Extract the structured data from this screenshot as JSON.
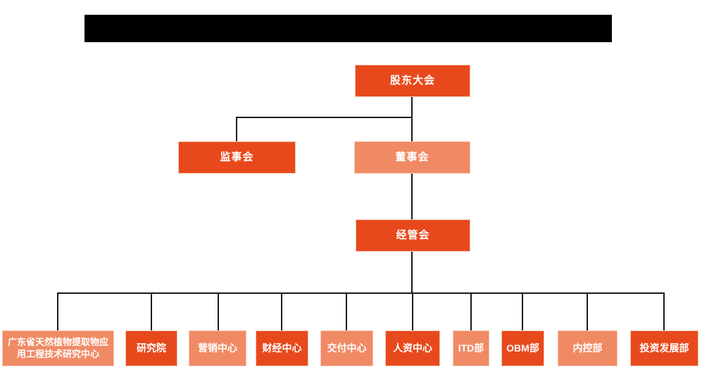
{
  "header": {
    "redacted": true
  },
  "org_chart": {
    "root": {
      "label": "股东大会"
    },
    "level2": [
      {
        "label": "监事会",
        "variant": "dark"
      },
      {
        "label": "董事会",
        "variant": "light"
      }
    ],
    "level3": {
      "label": "经管会",
      "variant": "dark"
    },
    "departments": [
      {
        "label": "广东省天然植物提取物应用工程技术研究中心",
        "variant": "light"
      },
      {
        "label": "研究院",
        "variant": "dark"
      },
      {
        "label": "营销中心",
        "variant": "light"
      },
      {
        "label": "财经中心",
        "variant": "dark"
      },
      {
        "label": "交付中心",
        "variant": "light"
      },
      {
        "label": "人资中心",
        "variant": "dark"
      },
      {
        "label": "ITD部",
        "variant": "light"
      },
      {
        "label": "OBM部",
        "variant": "dark"
      },
      {
        "label": "内控部",
        "variant": "light"
      },
      {
        "label": "投资发展部",
        "variant": "dark"
      }
    ],
    "colors": {
      "dark_orange": "#e8491c",
      "light_orange": "#f08a65",
      "connector": "#1b1b1b",
      "text": "#ffffff"
    }
  }
}
